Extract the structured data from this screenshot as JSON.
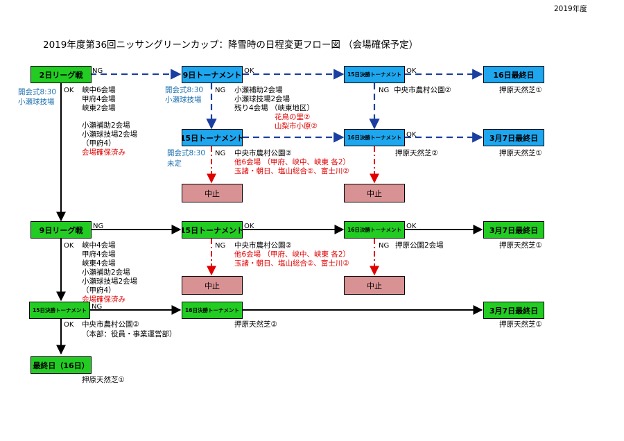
{
  "header": {
    "year": "2019年度",
    "title": "2019年度第36回ニッサングリーンカップ：降雪時の日程変更フロー図 （会場確保予定）"
  },
  "nodes": {
    "league2": "2日リーグ戦",
    "tourn9": "9日トーナメント",
    "final15_top": "15日決勝トーナメント",
    "last16": "16日最終日",
    "tourn15_b": "15日トーナメント",
    "final16_b": "16日決勝トーナメント",
    "mar7_b": "3月7日最終日",
    "cancel_b1": "中止",
    "cancel_b2": "中止",
    "league9": "9日リーグ戦",
    "tourn15_c": "15日トーナメント",
    "final16_c": "16日決勝トーナメント",
    "mar7_c": "3月7日最終日",
    "cancel_c1": "中止",
    "cancel_c2": "中止",
    "final15_d": "15日決勝トーナメント",
    "final16_d": "16日決勝トーナメント",
    "mar7_d": "3月7日最終日",
    "last_day": "最終日（16日）"
  },
  "labels": {
    "ok": "OK",
    "ng": "NG"
  },
  "notes": {
    "open830": "開会式8:30",
    "kose": "小瀬球技場",
    "undecided": "未定",
    "r1_lines": [
      "峡中6会場",
      "甲府4会場",
      "峡東2会場"
    ],
    "r1_more": [
      "小瀬補助2会場",
      "小瀬球技場2会場",
      "（甲府4）"
    ],
    "secured": "会場確保済み",
    "t9_lines": [
      "小瀬補助2会場",
      "小瀬球技場2会場",
      "残り4会場 （峡東地区）"
    ],
    "t9_red": [
      "花鳥の里②",
      "山梨市小原②"
    ],
    "chuo": "中央市農村公園②",
    "other6": "他6会場 （甲府、峡中、峡東 各2）",
    "tamamoro": "玉諸・朝日、塩山総合②、富士川②",
    "oshibara1": "押原天然芝①",
    "oshibara2": "押原天然芝②",
    "oshibara_pub2": "押原公園2会場",
    "r9_lines": [
      "峡中4会場",
      "甲府4会場",
      "峡東4会場",
      "小瀬補助2会場",
      "小瀬球技場2会場",
      "（甲府4）"
    ],
    "hq": "（本部：役員・事業運営部）"
  }
}
